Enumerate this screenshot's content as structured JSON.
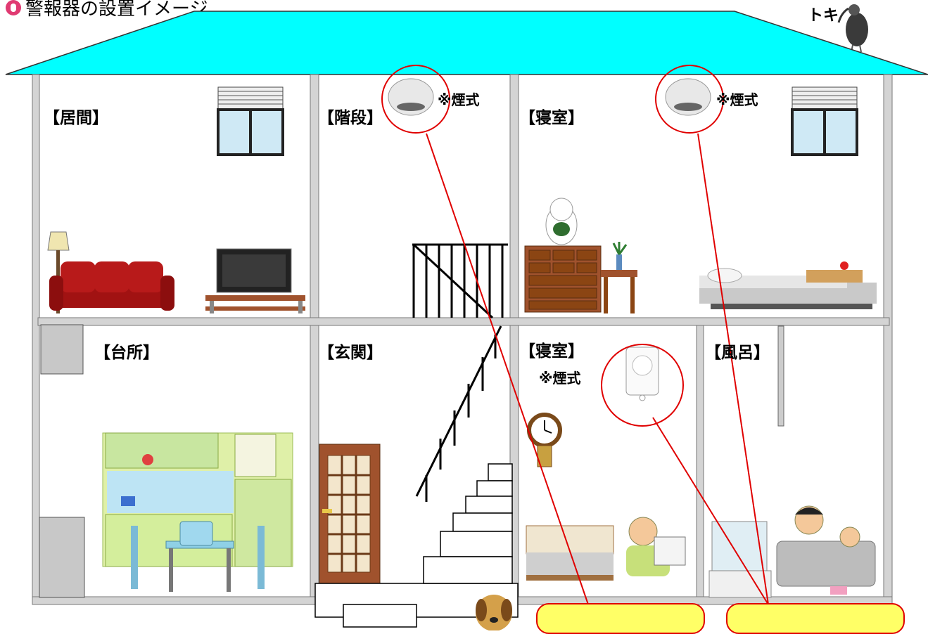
{
  "title": "警報器の設置イメージ",
  "bird_label": "トキ",
  "rooms": {
    "living": "【居間】",
    "stairs": "【階段】",
    "bedroom_upper": "【寝室】",
    "kitchen": "【台所】",
    "entrance": "【玄関】",
    "bedroom_lower": "【寝室】",
    "bath": "【風呂】"
  },
  "notes": {
    "stairs_smoke": "※煙式",
    "bedroom_upper_smoke": "※煙式",
    "bedroom_lower_smoke": "※煙式"
  },
  "callouts": [
    "",
    ""
  ],
  "colors": {
    "roof": "#00ffff",
    "wall": "#d4d4d4",
    "highlight_circle": "#e00000",
    "callout_fill": "#ffff66"
  }
}
